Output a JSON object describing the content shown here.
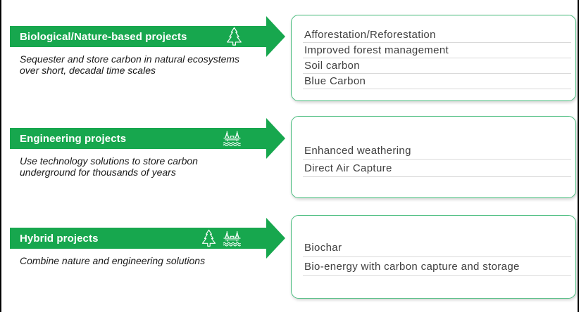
{
  "colors": {
    "arrow_green": "#17a74e",
    "panel_border": "#4bbd7f",
    "separator": "#d9d9d9",
    "list_text": "#3f3f3f",
    "desc_text": "#1a1a1a",
    "title_text": "#ffffff",
    "edge_line": "#000000"
  },
  "sections": [
    {
      "title": "Biological/Nature-based projects",
      "desc_lines": [
        "Sequester and store carbon in natural ecosystems",
        "over short, decadal time scales"
      ],
      "icons": [
        "pine-tree-icon"
      ],
      "items": [
        "Afforestation/Reforestation",
        "Improved forest management",
        "Soil carbon",
        "Blue Carbon"
      ]
    },
    {
      "title": "Engineering projects",
      "desc_lines": [
        "Use technology solutions to store carbon",
        "underground for thousands of years"
      ],
      "icons": [
        "offshore-rig-icon"
      ],
      "items": [
        "Enhanced weathering",
        "Direct Air Capture"
      ]
    },
    {
      "title": "Hybrid projects",
      "desc_lines": [
        "Combine nature and engineering solutions"
      ],
      "icons": [
        "pine-tree-icon",
        "offshore-rig-icon"
      ],
      "items": [
        "Biochar",
        "Bio-energy with carbon capture and storage"
      ]
    }
  ]
}
